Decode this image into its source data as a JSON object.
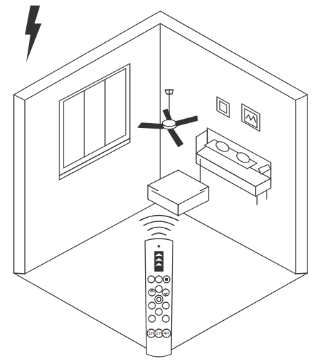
{
  "diagram": {
    "labels": [
      "1H",
      "2H",
      "4H"
    ]
  }
}
